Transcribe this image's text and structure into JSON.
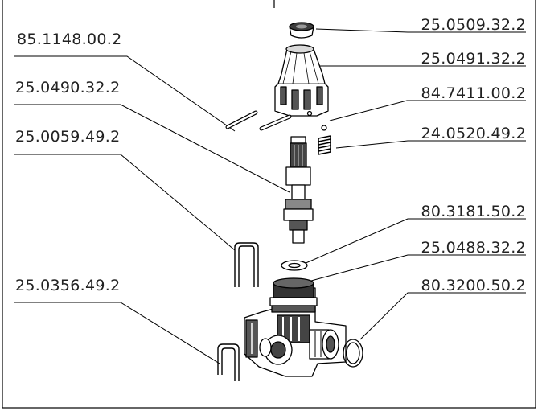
{
  "diagram": {
    "part_numbers": {
      "cap": "25.0509.32.2",
      "knob": "25.0491.32.2",
      "pins": "85.1148.00.2",
      "stem": "25.0490.32.2",
      "ball": "84.7411.00.2",
      "spring": "24.0520.49.2",
      "clip_upper": "25.0059.49.2",
      "washer": "80.3181.50.2",
      "body": "25.0488.32.2",
      "clip_lower": "25.0356.49.2",
      "o_ring": "80.3200.50.2"
    }
  }
}
